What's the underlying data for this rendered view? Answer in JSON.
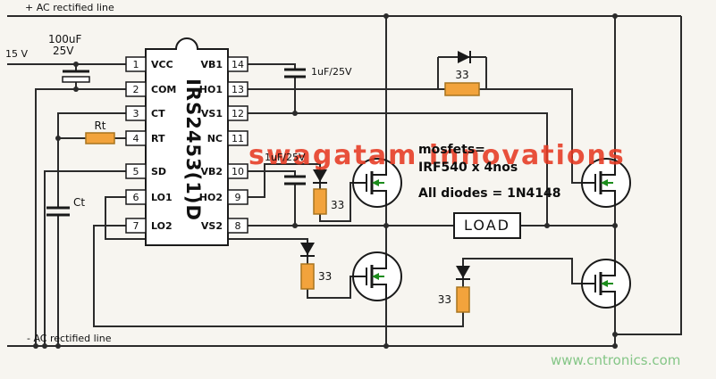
{
  "rails": {
    "top": "+ AC rectified line",
    "bottom": "- AC rectified line"
  },
  "supply": {
    "voltage": "15 V",
    "filter_cap_value": "100uF",
    "filter_cap_voltage": "25V"
  },
  "timing": {
    "rt": "Rt",
    "ct": "Ct"
  },
  "bootstrap": {
    "cap1": "1uF/25V",
    "cap2": "1uF/25V"
  },
  "gate_resistors": [
    "33",
    "33",
    "33",
    "33"
  ],
  "ic": {
    "part": "IRS2453(1)D",
    "left_pins": [
      {
        "num": "1",
        "name": "VCC"
      },
      {
        "num": "2",
        "name": "COM"
      },
      {
        "num": "3",
        "name": "CT"
      },
      {
        "num": "4",
        "name": "RT"
      },
      {
        "num": "5",
        "name": "SD"
      },
      {
        "num": "6",
        "name": "LO1"
      },
      {
        "num": "7",
        "name": "LO2"
      }
    ],
    "right_pins": [
      {
        "num": "14",
        "name": "VB1"
      },
      {
        "num": "13",
        "name": "HO1"
      },
      {
        "num": "12",
        "name": "VS1"
      },
      {
        "num": "11",
        "name": "NC"
      },
      {
        "num": "10",
        "name": "VB2"
      },
      {
        "num": "9",
        "name": "HO2"
      },
      {
        "num": "8",
        "name": "VS2"
      }
    ]
  },
  "notes": {
    "line1": "mosfets=",
    "line2": "IRF540 x 4nos",
    "line3": "All diodes = 1N4148"
  },
  "load": {
    "label": "LOAD"
  },
  "watermark": {
    "text": "swagatam innovations"
  },
  "footer": {
    "website": "www.cntronics.com"
  }
}
